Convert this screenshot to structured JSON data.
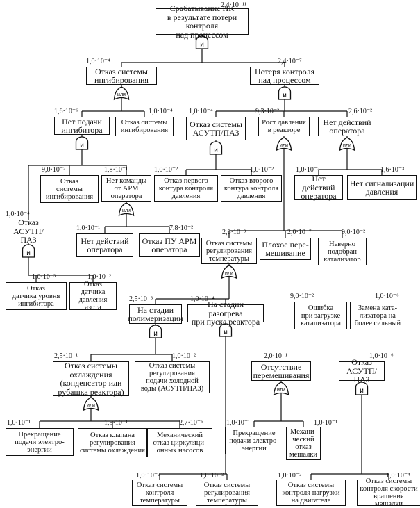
{
  "gate_labels": {
    "and": "и",
    "or": "или"
  },
  "events": {
    "top": {
      "text": "Срабатывание ПК\nв результате потери контроля\nнад процессом",
      "value": "2,4·10⁻¹¹"
    },
    "inhib_fail": {
      "text": "Отказ системы\nингибирования",
      "value": "1,0·10⁻⁴"
    },
    "loss_control": {
      "text": "Потеря контроля\nнад процессом",
      "value": "2,4·10⁻⁷"
    },
    "no_inhib_feed": {
      "text": "Нет подачи\nингибитора",
      "value": "1,6·10⁻⁶"
    },
    "inhib_fail2": {
      "text": "Отказ системы\nингибирования",
      "value": "1,0·10⁻⁴"
    },
    "asutp_paz_1": {
      "text": "Отказ системы\nАСУТП/ПАЗ",
      "value": "1,0·10⁻⁴"
    },
    "pressure_rise": {
      "text": "Рост давления\nв реакторе",
      "value": "9,3·10⁻²"
    },
    "no_operator_action": {
      "text": "Нет действий\nоператора",
      "value": "2,6·10⁻²"
    },
    "inhib_fail3": {
      "text": "Отказ\nсистемы\nингибирования",
      "value": "9,0·10⁻²"
    },
    "no_cmd_arm": {
      "text": "Нет команды\nот АРМ\nоператора",
      "value": "1,8·10⁻¹"
    },
    "pressure_ctrl_1": {
      "text": "Отказ первого\nконтура контроля\nдавления",
      "value": "1,0·10⁻²"
    },
    "pressure_ctrl_2": {
      "text": "Отказ второго\nконтура контроля\nдавления",
      "value": "1,0·10⁻²"
    },
    "no_operator_action2": {
      "text": "Нет действий\nоператора",
      "value": "1,0·10⁻²"
    },
    "no_pressure_alarm": {
      "text": "Нет сигнализации\nдавления",
      "value": "1,6·10⁻³"
    },
    "asutp_paz_2": {
      "text": "Отказ\nАСУТП/ПАЗ",
      "value": "1,0·10⁻⁴"
    },
    "no_operator_action3": {
      "text": "Нет действий\nоператора",
      "value": "1,0·10⁻¹"
    },
    "arm_software_fail": {
      "text": "Отказ ПУ АРМ\nоператора",
      "value": "7,8·10⁻²"
    },
    "temp_reg_fail": {
      "text": "Отказ системы\nрегулирования\nтемпературы",
      "value": "2,6·10⁻³"
    },
    "poor_mixing": {
      "text": "Плохое пере-\nмешивание",
      "value": "2,0·10⁻⁷"
    },
    "wrong_catalyst": {
      "text": "Неверно\nподобран\nкатализатор",
      "value": "9,0·10⁻²"
    },
    "inhib_level_sensor": {
      "text": "Отказ\nдатчика уровня\nингибитора",
      "value": "1,0·10⁻³"
    },
    "nitrogen_pressure_sensor": {
      "text": "Отказ датчика\nдавления\nазота",
      "value": "1,0·10⁻²"
    },
    "catalyst_load_error": {
      "text": "Ошибка\nпри загрузке\nкатализатора",
      "value": "9,0·10⁻²"
    },
    "catalyst_replace": {
      "text": "Замена ката-\nлизатора на\nболее сильный",
      "value": "1,0·10⁻⁶"
    },
    "polymerization_stage": {
      "text": "На стадии\nполимеризации",
      "value": "2,5·10⁻³"
    },
    "heatup_stage": {
      "text": "На стадии разогрева\nпри пуске реактора",
      "value": "1,0·10⁻⁴"
    },
    "cooling_fail": {
      "text": "Отказ системы\nохлаждения\n(конденсатор или\nрубашка реактора)",
      "value": "2,5·10⁻¹"
    },
    "cold_water_reg_fail": {
      "text": "Отказ системы\nрегулирования\nподачи холодной\nводы (АСУТП/ПАЗ)",
      "value": "1,0·10⁻²"
    },
    "no_mixing": {
      "text": "Отсутствие\nперемешивания",
      "value": "2,0·10⁻¹"
    },
    "asutp_paz_3": {
      "text": "Отказ\nАСУТП/ПАЗ",
      "value": "1,0·10⁻⁶"
    },
    "power_loss_1": {
      "text": "Прекращение\nподачи электро-\nэнергии",
      "value": "1,0·10⁻¹"
    },
    "cooling_valve_fail": {
      "text": "Отказ клапана\nрегулирования\nсистемы охлаждения",
      "value": "1,5·10⁻¹"
    },
    "pump_fail": {
      "text": "Механический\nотказ циркуляци-\nонных насосов",
      "value": "2,7·10⁻⁶"
    },
    "power_loss_2": {
      "text": "Прекращение\nподачи электро-\nэнергии",
      "value": "1,0·10⁻¹"
    },
    "mixer_mech_fail": {
      "text": "Механи-\nческий\nотказ\nмешалки",
      "value": "1,0·10⁻¹"
    },
    "temp_ctrl_fail": {
      "text": "Отказ системы\nконтроля\nтемпературы",
      "value": "1,0·10⁻²"
    },
    "temp_reg_fail2": {
      "text": "Отказ системы\nрегулирования\nтемпературы",
      "value": "1,0·10⁻²"
    },
    "motor_load_ctrl": {
      "text": "Отказ системы\nконтроля нагрузки\nна двигателе",
      "value": "1,0·10⁻²"
    },
    "mixer_speed_ctrl": {
      "text": "Отказ системы\nконтроля скорости\nвращения мешалки",
      "value": "1,0·10⁻⁴"
    }
  }
}
